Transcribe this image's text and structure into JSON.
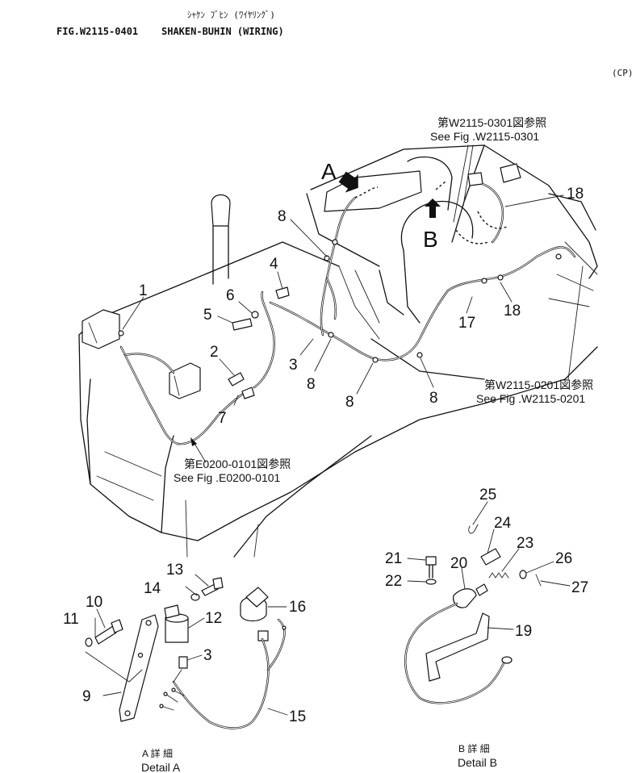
{
  "header": {
    "title_katakana": "ｼｬｹﾝ ﾌﾞﾋﾝ (ﾜｲﾔﾘﾝｸﾞ)",
    "figure_code": "FIG.W2115-0401",
    "title": "SHAKEN-BUHIN (WIRING)",
    "corner_code": "(CP)"
  },
  "views": {
    "view_a": "A",
    "view_b": "B"
  },
  "references": {
    "ref_0301_jp": "第W2115-0301図参照",
    "ref_0301_en": "See Fig .W2115-0301",
    "ref_0201_jp": "第W2115-0201図参照",
    "ref_0201_en": "See Fig .W2115-0201",
    "ref_0101_jp": "第E0200-0101図参照",
    "ref_0101_en": "See Fig .E0200-0101"
  },
  "callouts": {
    "c1": "1",
    "c2": "2",
    "c3": "3",
    "c4": "4",
    "c5": "5",
    "c6": "6",
    "c7": "7",
    "c8": "8",
    "c9": "9",
    "c10": "10",
    "c11": "11",
    "c12": "12",
    "c13": "13",
    "c14": "14",
    "c15": "15",
    "c16": "16",
    "c17": "17",
    "c18": "18",
    "c19": "19",
    "c20": "20",
    "c21": "21",
    "c22": "22",
    "c23": "23",
    "c24": "24",
    "c25": "25",
    "c26": "26",
    "c27": "27"
  },
  "details": {
    "detail_a_jp": "A 詳 細",
    "detail_a_en": "Detail  A",
    "detail_b_jp": "B 詳 細",
    "detail_b_en": "Detail  B"
  }
}
